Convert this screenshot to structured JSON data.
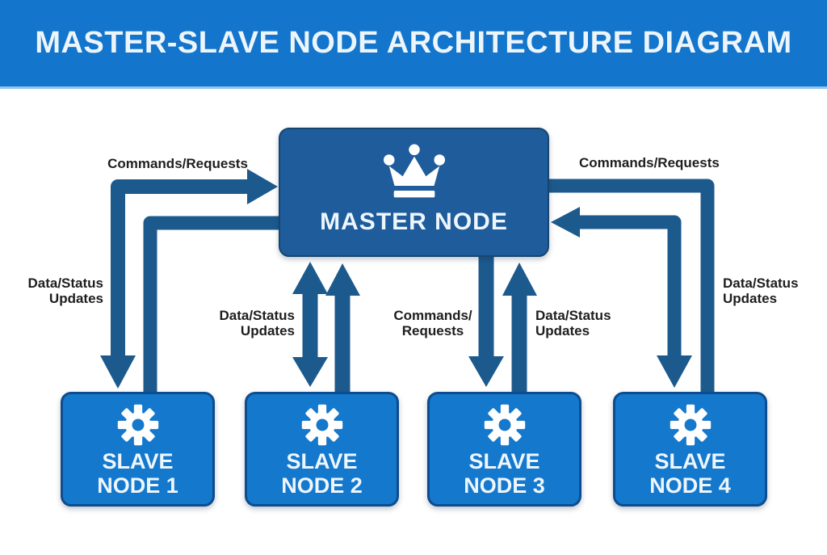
{
  "header": {
    "title": "MASTER-SLAVE NODE ARCHITECTURE DIAGRAM"
  },
  "master_node": {
    "label": "MASTER NODE",
    "icon": "crown-icon"
  },
  "slave_nodes": [
    {
      "label_line1": "SLAVE",
      "label_line2": "NODE 1",
      "icon": "gear-icon"
    },
    {
      "label_line1": "SLAVE",
      "label_line2": "NODE 2",
      "icon": "gear-icon"
    },
    {
      "label_line1": "SLAVE",
      "label_line2": "NODE 3",
      "icon": "gear-icon"
    },
    {
      "label_line1": "SLAVE",
      "label_line2": "NODE 4",
      "icon": "gear-icon"
    }
  ],
  "connection_labels": {
    "top_left": "Commands/Requests",
    "top_right": "Commands/Requests",
    "far_left": {
      "line1": "Data/Status",
      "line2": "Updates"
    },
    "mid_left": {
      "line1": "Data/Status",
      "line2": "Updates"
    },
    "mid_center": {
      "line1": "Commands/",
      "line2": "Requests"
    },
    "mid_right": {
      "line1": "Data/Status",
      "line2": "Updates"
    },
    "far_right": {
      "line1": "Data/Status",
      "line2": "Updates"
    }
  },
  "colors": {
    "header_bg": "#1375cb",
    "header_edge": "#92c5ed",
    "title_color": "#edf5fc",
    "master_fill": "#1e5c9c",
    "master_border": "#16466f",
    "slave_fill": "#1478cd",
    "slave_border": "#0d4c8e",
    "arrow_color": "#1c5a8d",
    "label_color": "#1e1e1e",
    "node_text": "#eef6fd"
  }
}
